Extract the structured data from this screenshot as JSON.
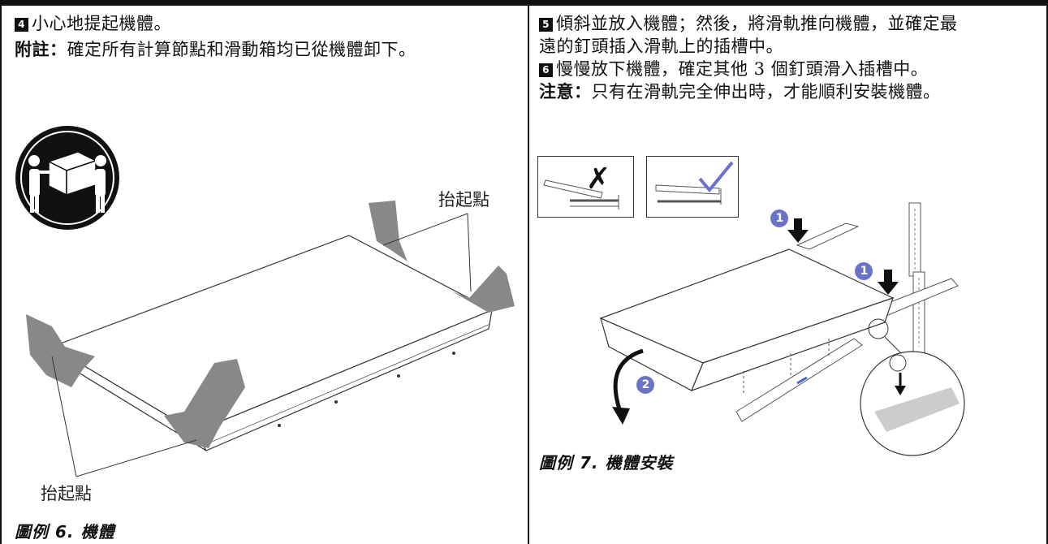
{
  "left": {
    "step": {
      "number": "4",
      "text": "小心地提起機體。"
    },
    "note": {
      "label": "附註：",
      "text": "確定所有計算節點和滑動箱均已從機體卸下。"
    },
    "lift_point_label_upper": "抬起點",
    "lift_point_label_lower": "抬起點",
    "figure_caption": "圖例 6.  機體",
    "icon": "two-person-lift-icon"
  },
  "right": {
    "step5": {
      "number": "5",
      "line1": "傾斜並放入機體；然後，將滑軌推向機體，並確定最",
      "line2": "遠的釘頭插入滑軌上的插槽中。"
    },
    "step6": {
      "number": "6",
      "text": "慢慢放下機體，確定其他 3 個釘頭滑入插槽中。"
    },
    "caution": {
      "label": "注意：",
      "text": "只有在滑軌完全伸出時，才能順利安裝機體。"
    },
    "callouts": [
      "1",
      "1",
      "2"
    ],
    "figure_caption": "圖例 7.  機體安裝",
    "accent_color": "#6b73c8"
  }
}
